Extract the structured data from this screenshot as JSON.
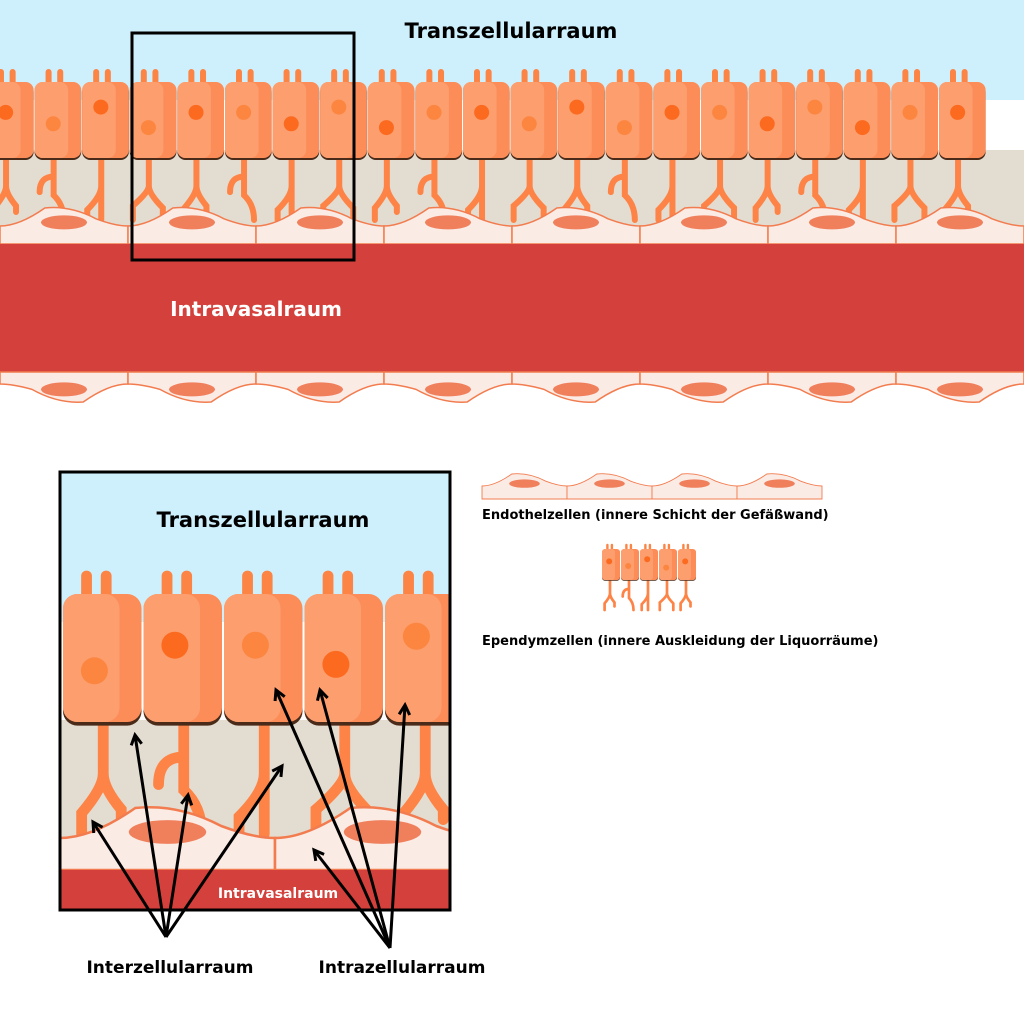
{
  "colors": {
    "lumen": "#cdf0fc",
    "cell_light": "#fd9e6e",
    "cell_dark": "#fc8d58",
    "cilia": "#fc8445",
    "nucleus_light": "#fc8640",
    "nucleus_dark": "#fc6a1f",
    "process": "#fd8446",
    "interstitial": "#e3dcd0",
    "endothel_fill": "#fbebe5",
    "endothel_stroke": "#f27c4f",
    "endothel_nucleus": "#f07f5c",
    "blood": "#d4403b",
    "frame": "#000000",
    "text_dark": "#111111",
    "text_light": "#ffffff"
  },
  "overview": {
    "top_label": "Transzellularraum",
    "vessel_label": "Intravasalraum",
    "ependymal_cell_count": 21,
    "endothelial_cell_count": 8
  },
  "detail": {
    "top_label": "Transzellularraum",
    "vessel_label": "Intravasalraum",
    "annotations": [
      {
        "label": "Interzellularraum",
        "arrow_count": 4
      },
      {
        "label": "Intrazellularraum",
        "arrow_count": 4
      }
    ]
  },
  "legend": {
    "items": [
      {
        "icon": "endothelial-cells-icon",
        "label": "Endothelzellen (innere Schicht der Gefäßwand)"
      },
      {
        "icon": "ependymal-cells-icon",
        "label": "Ependymzellen (innere Auskleidung der Liquorräume)"
      }
    ]
  }
}
